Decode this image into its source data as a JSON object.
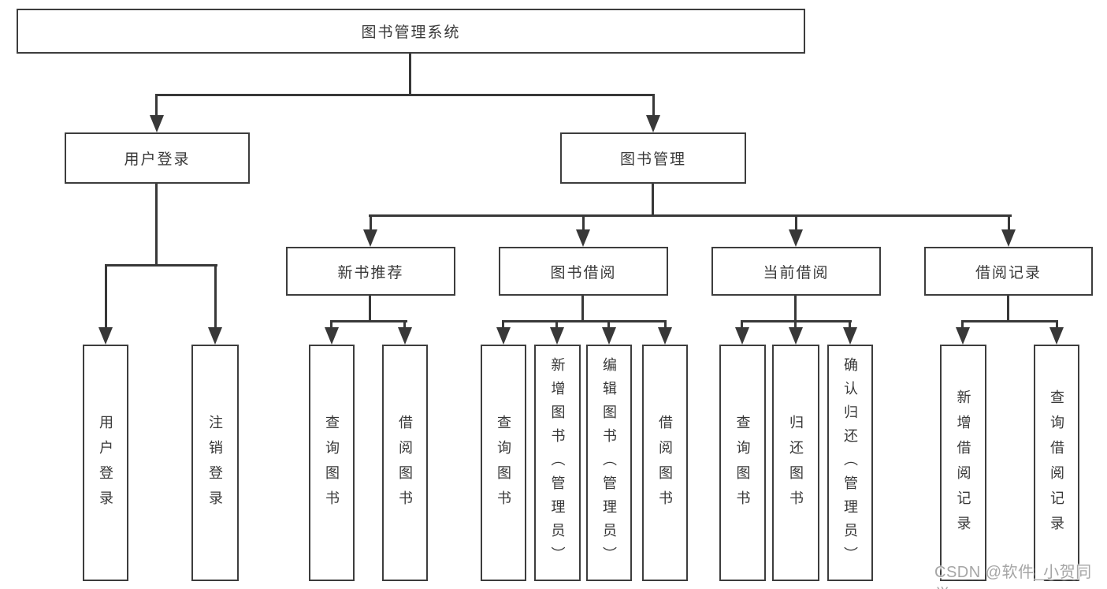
{
  "tree": {
    "label": "图书管理系统",
    "children": [
      {
        "label": "用户登录",
        "children": [
          {
            "label": "用户登录"
          },
          {
            "label": "注销登录"
          }
        ]
      },
      {
        "label": "图书管理",
        "children": [
          {
            "label": "新书推荐",
            "children": [
              {
                "label": "查询图书"
              },
              {
                "label": "借阅图书"
              }
            ]
          },
          {
            "label": "图书借阅",
            "children": [
              {
                "label": "查询图书"
              },
              {
                "label": "新增图书（管理员）"
              },
              {
                "label": "编辑图书（管理员）"
              },
              {
                "label": "借阅图书"
              }
            ]
          },
          {
            "label": "当前借阅",
            "children": [
              {
                "label": "查询图书"
              },
              {
                "label": "归还图书"
              },
              {
                "label": "确认归还（管理员）"
              }
            ]
          },
          {
            "label": "借阅记录",
            "children": [
              {
                "label": "新增借阅记录"
              },
              {
                "label": "查询借阅记录"
              }
            ]
          }
        ]
      }
    ]
  },
  "watermark": {
    "text": "CSDN @软件_小贺同学"
  },
  "colors": {
    "line": "#383838",
    "box_border": "#3d3d3d",
    "text": "#383838",
    "watermark": "#a6a6a6",
    "background": "#ffffff"
  }
}
